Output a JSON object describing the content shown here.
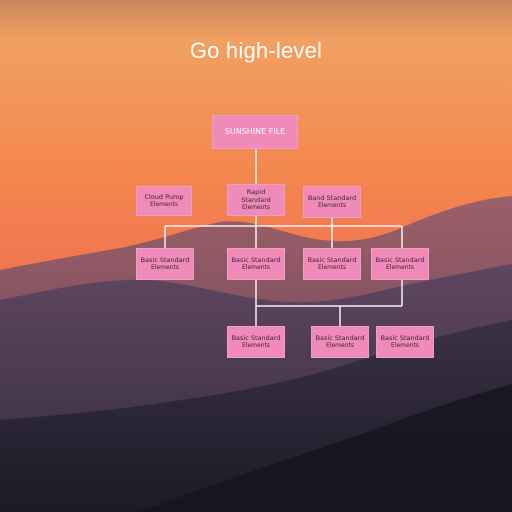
{
  "title": "Go high-level",
  "colors": {
    "node_fill": "#f08ab9",
    "connector": "#f2f2f2",
    "title_text": "#ffffff",
    "sky_top": "#f5a55f",
    "sky_bottom": "#f07a56",
    "mountains": "#3e3147"
  },
  "diagram": {
    "root": {
      "label": "SUNSHINE FILE"
    },
    "level1": [
      {
        "line1": "Cloud Pump",
        "line2": "Elements"
      },
      {
        "line1": "Rapid Standard",
        "line2": "Elements"
      },
      {
        "line1": "Band Standard",
        "line2": "Elements"
      }
    ],
    "level2": [
      {
        "line1": "Basic Standard",
        "line2": "Elements"
      },
      {
        "line1": "Basic Standard",
        "line2": "Elements"
      },
      {
        "line1": "Basic Standard",
        "line2": "Elements"
      },
      {
        "line1": "Basic Standard",
        "line2": "Elements"
      }
    ],
    "level3": [
      {
        "line1": "Basic Standard",
        "line2": "Elements"
      },
      {
        "line1": "Basic Standard",
        "line2": "Elements"
      },
      {
        "line1": "Basic Standard",
        "line2": "Elements"
      }
    ]
  }
}
